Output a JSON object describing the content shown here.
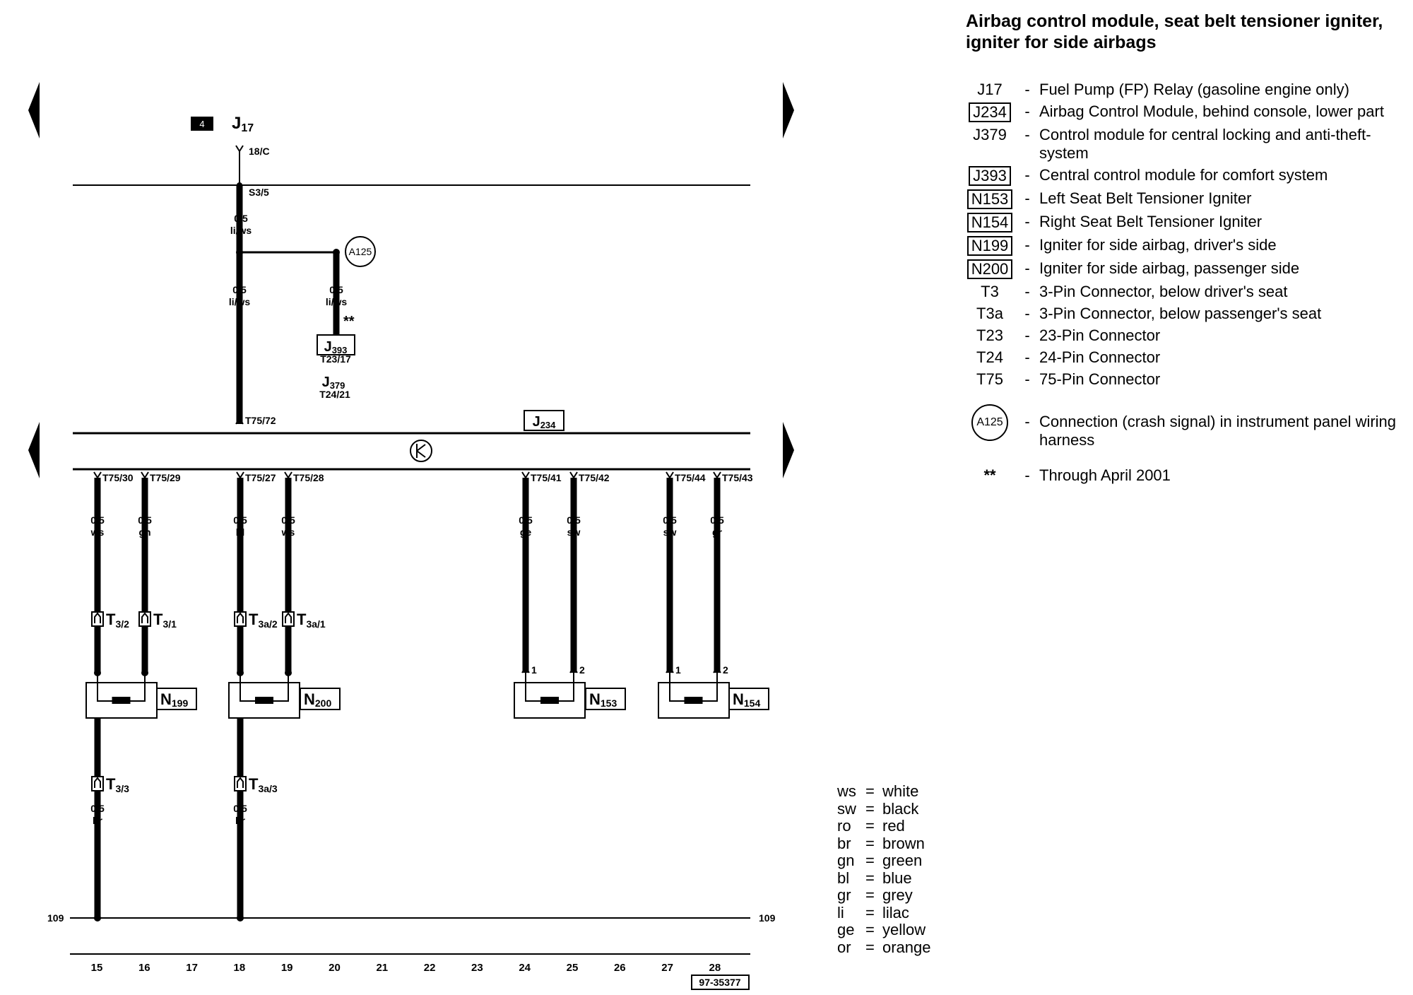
{
  "title": "Airbag control module, seat belt tensioner igniter, igniter for side airbags",
  "diagram_ref": "97-35377",
  "ground_label": "109",
  "grid_numbers": [
    "15",
    "16",
    "17",
    "18",
    "19",
    "20",
    "21",
    "22",
    "23",
    "24",
    "25",
    "26",
    "27",
    "28"
  ],
  "relay": {
    "badge": "4",
    "name_main": "J",
    "name_sub": "17",
    "fuse": "18/C"
  },
  "splice": {
    "label": "S3/5"
  },
  "connection_a125": "A125",
  "j393": {
    "main": "J",
    "sub": "393",
    "pin": "T23/17"
  },
  "j379": {
    "main": "J",
    "sub": "379",
    "pin": "T24/21"
  },
  "double_star": "**",
  "j234": {
    "main": "J",
    "sub": "234",
    "top_pin": "T75/72"
  },
  "wires": [
    {
      "pin": "T75/30",
      "size": "0,5",
      "color": "ws"
    },
    {
      "pin": "T75/29",
      "size": "0,5",
      "color": "gn"
    },
    {
      "pin": "T75/27",
      "size": "0,5",
      "color": "bl"
    },
    {
      "pin": "T75/28",
      "size": "0,5",
      "color": "ws"
    },
    {
      "pin": "T75/41",
      "size": "0,5",
      "color": "ge"
    },
    {
      "pin": "T75/42",
      "size": "0,5",
      "color": "sw"
    },
    {
      "pin": "T75/44",
      "size": "0,5",
      "color": "sw"
    },
    {
      "pin": "T75/43",
      "size": "0,5",
      "color": "gr"
    }
  ],
  "top_wires": [
    {
      "size": "0,5",
      "color": "li/ws"
    },
    {
      "size": "0,5",
      "color": "li/ws"
    },
    {
      "size": "0,5",
      "color": "li/ws"
    }
  ],
  "connectors": [
    {
      "main": "T",
      "sub": "3/2"
    },
    {
      "main": "T",
      "sub": "3/1"
    },
    {
      "main": "T",
      "sub": "3a/2"
    },
    {
      "main": "T",
      "sub": "3a/1"
    }
  ],
  "bottom_connectors": [
    {
      "main": "T",
      "sub": "3/3",
      "size": "0,5",
      "color": "br"
    },
    {
      "main": "T",
      "sub": "3a/3",
      "size": "0,5",
      "color": "br"
    }
  ],
  "seat_pins": [
    "1",
    "2",
    "1",
    "2"
  ],
  "components": [
    {
      "main": "N",
      "sub": "199"
    },
    {
      "main": "N",
      "sub": "200"
    },
    {
      "main": "N",
      "sub": "153"
    },
    {
      "main": "N",
      "sub": "154"
    }
  ],
  "legend": [
    {
      "code": "J17",
      "boxed": false,
      "desc": "Fuel Pump (FP) Relay (gasoline engine only)"
    },
    {
      "code": "J234",
      "boxed": true,
      "desc": "Airbag Control Module, behind console, lower part"
    },
    {
      "code": "J379",
      "boxed": false,
      "desc": "Control module for central locking and anti-theft-system"
    },
    {
      "code": "J393",
      "boxed": true,
      "desc": "Central control module for comfort system"
    },
    {
      "code": "N153",
      "boxed": true,
      "desc": "Left Seat Belt Tensioner Igniter"
    },
    {
      "code": "N154",
      "boxed": true,
      "desc": "Right Seat Belt Tensioner Igniter"
    },
    {
      "code": "N199",
      "boxed": true,
      "desc": "Igniter for side airbag, driver's side"
    },
    {
      "code": "N200",
      "boxed": true,
      "desc": "Igniter for side airbag, passenger side"
    },
    {
      "code": "T3",
      "boxed": false,
      "desc": "3-Pin Connector, below driver's seat"
    },
    {
      "code": "T3a",
      "boxed": false,
      "desc": "3-Pin Connector, below passenger's seat"
    },
    {
      "code": "T23",
      "boxed": false,
      "desc": "23-Pin Connector"
    },
    {
      "code": "T24",
      "boxed": false,
      "desc": "24-Pin Connector"
    },
    {
      "code": "T75",
      "boxed": false,
      "desc": "75-Pin Connector"
    }
  ],
  "legend_circle": {
    "code": "A125",
    "desc": "Connection (crash signal) in instrument panel wiring harness"
  },
  "legend_note": {
    "code": "**",
    "desc": "Through April 2001"
  },
  "color_codes": [
    {
      "abbr": "ws",
      "name": "white"
    },
    {
      "abbr": "sw",
      "name": "black"
    },
    {
      "abbr": "ro",
      "name": "red"
    },
    {
      "abbr": "br",
      "name": "brown"
    },
    {
      "abbr": "gn",
      "name": "green"
    },
    {
      "abbr": "bl",
      "name": "blue"
    },
    {
      "abbr": "gr",
      "name": "grey"
    },
    {
      "abbr": "li",
      "name": "lilac"
    },
    {
      "abbr": "ge",
      "name": "yellow"
    },
    {
      "abbr": "or",
      "name": "orange"
    }
  ],
  "equals": "=",
  "dash": "-"
}
